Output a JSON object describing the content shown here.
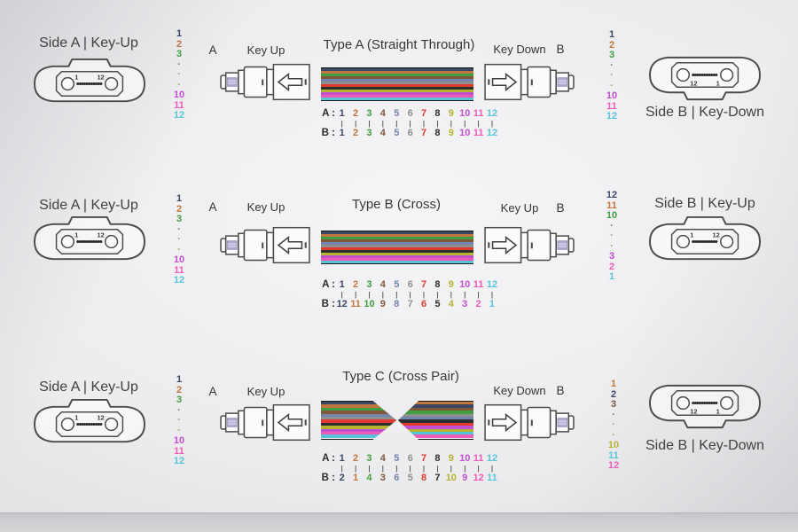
{
  "fiber_colors": [
    "#3a4763",
    "#c0763c",
    "#3f9e3f",
    "#80573a",
    "#7285ac",
    "#8f8f8f",
    "#e03a30",
    "#2e2e2e",
    "#b5b430",
    "#c24ed2",
    "#ee5cb8",
    "#57c4d8"
  ],
  "rows": [
    {
      "title": "Type A (Straight Through)",
      "side_a": {
        "label": "Side A | Key-Up",
        "pin_left": "1",
        "pin_right": "12"
      },
      "side_b": {
        "label": "Side B | Key-Down",
        "pin_left": "12",
        "pin_right": "1"
      },
      "col_left": {
        "values": [
          "1",
          "2",
          "3",
          "·",
          "·",
          "·",
          "10",
          "11",
          "12"
        ],
        "colors": [
          "#3a4763",
          "#c0763c",
          "#3f9e3f",
          "#8a6a4f",
          "#9a9aa0",
          "#a8a04a",
          "#c24ed2",
          "#ee5cb8",
          "#57c4d8"
        ]
      },
      "col_right": {
        "values": [
          "1",
          "2",
          "3",
          "·",
          "·",
          "·",
          "10",
          "11",
          "12"
        ],
        "colors": [
          "#3a4763",
          "#c0763c",
          "#3f9e3f",
          "#8a6a4f",
          "#9a9aa0",
          "#a8a04a",
          "#c24ed2",
          "#ee5cb8",
          "#57c4d8"
        ]
      },
      "conn_a": {
        "side": "A",
        "key": "Key Up"
      },
      "conn_b": {
        "side": "B",
        "key": "Key Down"
      },
      "cable": {
        "stripes": [
          0,
          1,
          2,
          3,
          4,
          5,
          6,
          7,
          8,
          9,
          10,
          11
        ]
      },
      "mapping": {
        "a_label": "A :",
        "b_label": "B :",
        "a": [
          "1",
          "2",
          "3",
          "4",
          "5",
          "6",
          "7",
          "8",
          "9",
          "10",
          "11",
          "12"
        ],
        "b": [
          "1",
          "2",
          "3",
          "4",
          "5",
          "6",
          "7",
          "8",
          "9",
          "10",
          "11",
          "12"
        ]
      }
    },
    {
      "title": "Type B (Cross)",
      "side_a": {
        "label": "Side A | Key-Up",
        "pin_left": "1",
        "pin_right": "12"
      },
      "side_b": {
        "label": "Side B | Key-Up",
        "pin_left": "1",
        "pin_right": "12"
      },
      "col_left": {
        "values": [
          "1",
          "2",
          "3",
          "·",
          "·",
          "·",
          "10",
          "11",
          "12"
        ],
        "colors": [
          "#3a4763",
          "#c0763c",
          "#3f9e3f",
          "#8a6a4f",
          "#9a9aa0",
          "#a8a04a",
          "#c24ed2",
          "#ee5cb8",
          "#57c4d8"
        ]
      },
      "col_right": {
        "values": [
          "12",
          "11",
          "10",
          "·",
          "·",
          "·",
          "3",
          "2",
          "1"
        ],
        "colors": [
          "#3a4763",
          "#c0763c",
          "#3f9e3f",
          "#8a6a4f",
          "#9a9aa0",
          "#a8a04a",
          "#c24ed2",
          "#ee5cb8",
          "#57c4d8"
        ]
      },
      "conn_a": {
        "side": "A",
        "key": "Key Up"
      },
      "conn_b": {
        "side": "B",
        "key": "Key Up"
      },
      "cable": {
        "stripes": [
          0,
          1,
          2,
          3,
          4,
          5,
          6,
          7,
          8,
          9,
          10,
          11
        ]
      },
      "mapping": {
        "a_label": "A :",
        "b_label": "B :",
        "a": [
          "1",
          "2",
          "3",
          "4",
          "5",
          "6",
          "7",
          "8",
          "9",
          "10",
          "11",
          "12"
        ],
        "b": [
          "12",
          "11",
          "10",
          "9",
          "8",
          "7",
          "6",
          "5",
          "4",
          "3",
          "2",
          "1"
        ]
      }
    },
    {
      "title": "Type C (Cross Pair)",
      "side_a": {
        "label": "Side A | Key-Up",
        "pin_left": "1",
        "pin_right": "12"
      },
      "side_b": {
        "label": "Side B | Key-Down",
        "pin_left": "12",
        "pin_right": "1"
      },
      "col_left": {
        "values": [
          "1",
          "2",
          "3",
          "·",
          "·",
          "·",
          "10",
          "11",
          "12"
        ],
        "colors": [
          "#3a4763",
          "#c0763c",
          "#3f9e3f",
          "#8a6a4f",
          "#9a9aa0",
          "#a8a04a",
          "#c24ed2",
          "#ee5cb8",
          "#57c4d8"
        ]
      },
      "col_right": {
        "values": [
          "1",
          "2",
          "3",
          "·",
          "·",
          "·",
          "10",
          "11",
          "12"
        ],
        "colors": [
          "#c0763c",
          "#3a4763",
          "#80573a",
          "#8a6a4f",
          "#9a9aa0",
          "#a8a04a",
          "#b5b430",
          "#57c4d8",
          "#ee5cb8"
        ]
      },
      "conn_a": {
        "side": "A",
        "key": "Key Up"
      },
      "conn_b": {
        "side": "B",
        "key": "Key Down"
      },
      "cable": {
        "left": [
          0,
          1,
          2,
          3,
          4,
          5,
          6,
          7,
          8,
          9,
          10,
          11
        ],
        "right": [
          1,
          0,
          3,
          2,
          5,
          4,
          7,
          6,
          9,
          8,
          11,
          10
        ]
      },
      "mapping": {
        "a_label": "A :",
        "b_label": "B :",
        "a": [
          "1",
          "2",
          "3",
          "4",
          "5",
          "6",
          "7",
          "8",
          "9",
          "10",
          "11",
          "12"
        ],
        "b": [
          "2",
          "1",
          "4",
          "3",
          "6",
          "5",
          "8",
          "7",
          "10",
          "9",
          "12",
          "11"
        ]
      }
    }
  ]
}
